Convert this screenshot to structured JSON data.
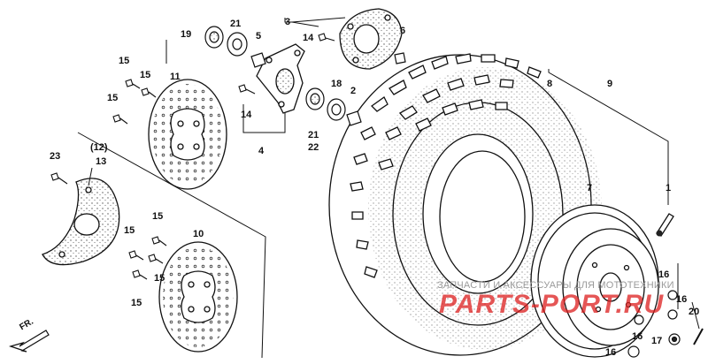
{
  "callouts": {
    "c19": "19",
    "c21a": "21",
    "c3": "3",
    "c5": "5",
    "c14a": "14",
    "c6": "6",
    "c15a": "15",
    "c15b": "15",
    "c15c": "15",
    "c11": "11",
    "c14b": "14",
    "c4": "4",
    "c18": "18",
    "c2": "2",
    "c21b": "21",
    "c22": "22",
    "c8": "8",
    "c9": "9",
    "c23": "23",
    "c12": "(12)",
    "c13": "13",
    "c15d": "15",
    "c15e": "15",
    "c15f": "15",
    "c15g": "15",
    "c10": "10",
    "c7": "7",
    "c1": "1",
    "c16a": "16",
    "c16b": "16",
    "c16c": "16",
    "c16d": "16",
    "c17": "17",
    "c20": "20"
  },
  "direction_label": "FR.",
  "watermark": {
    "line1": "ЗАПЧАСТИ И АКСЕССУАРЫ ДЛЯ МОТОТЕХНИКИ",
    "brand": "PARTS-PORT.RU",
    "color": "#dc1e1e"
  }
}
